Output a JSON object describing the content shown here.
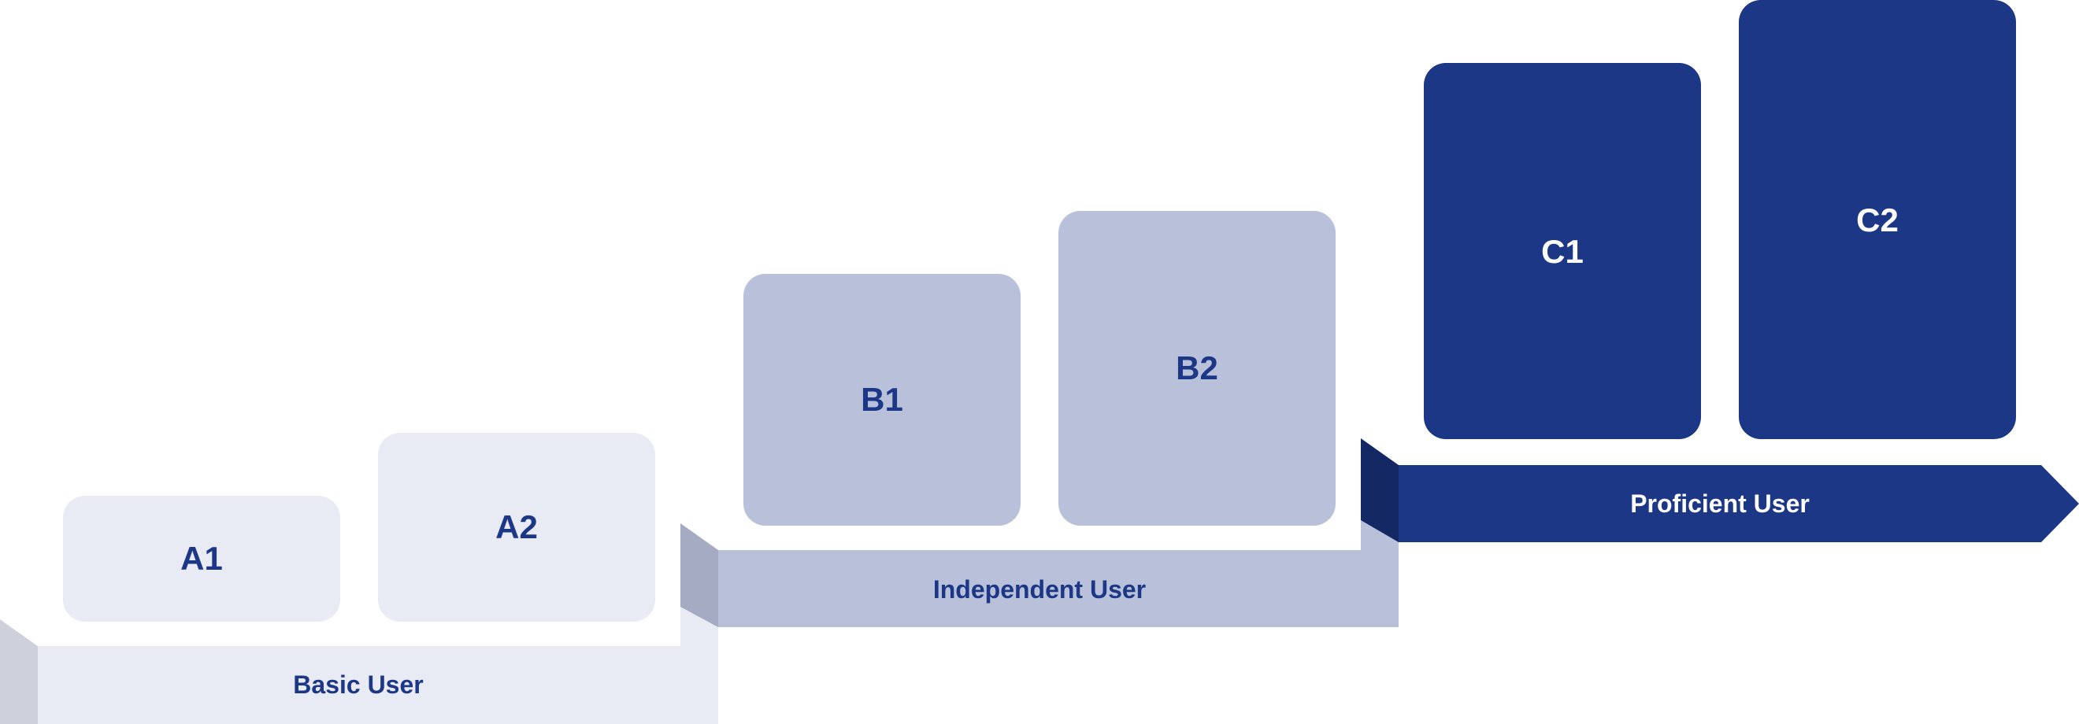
{
  "levels": [
    {
      "band_label": "Basic User",
      "cards": [
        "A1",
        "A2"
      ]
    },
    {
      "band_label": "Independent User",
      "cards": [
        "B1",
        "B2"
      ]
    },
    {
      "band_label": "Proficient User",
      "cards": [
        "C1",
        "C2"
      ]
    }
  ],
  "colors": {
    "basic_fill": "#e8eaf4",
    "basic_fold": "#ced1db",
    "independent_fill": "#b8c0da",
    "independent_fold": "#a5abc3",
    "proficient_fill": "#1c3786",
    "proficient_fold": "#142864",
    "dark_text": "#1c3786",
    "light_text": "#ffffff"
  }
}
